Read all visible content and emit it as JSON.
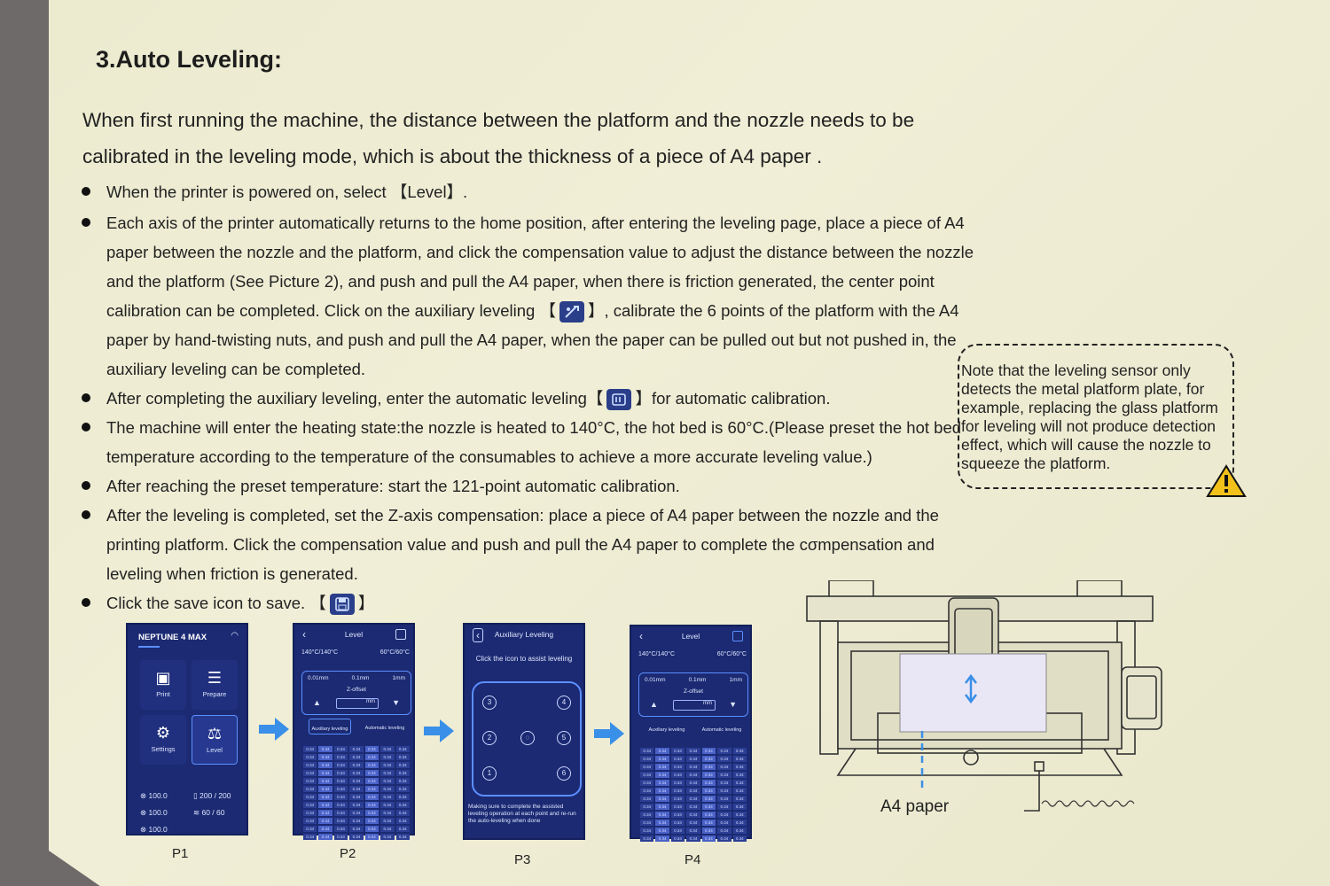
{
  "heading": "3.Auto Leveling:",
  "intro": "When first running the machine, the distance between the platform and the nozzle needs to be calibrated in the leveling mode, which is about the thickness of a piece of A4 paper .",
  "bullets": {
    "b1": "When the printer is powered on, select 【Level】.",
    "b2a": "Each axis of the printer automatically returns to the home position, after entering the leveling page, place a piece of A4 paper between the nozzle and the platform, and click the compensation value to adjust the distance between the nozzle and the platform (See Picture 2), and push and pull the A4 paper, when there is friction generated, the center point calibration can be completed. Click on the auxiliary leveling 【",
    "b2b": "】, calibrate the 6 points of the platform with the A4 paper by hand-twisting nuts, and push and pull the A4 paper, when the paper can be pulled out but not pushed in, the auxiliary leveling can be completed.",
    "b3a": "After completing the auxiliary leveling, enter the automatic leveling【",
    "b3b": "】for automatic calibration.",
    "b4": "The machine will enter the heating state:the nozzle is heated to 140°C, the hot bed is 60°C.(Please preset the hot bed temperature according to the temperature of the consumables to achieve a more accurate leveling value.)",
    "b5": "After reaching the preset temperature: start the 121-point automatic calibration.",
    "b6": "After the leveling is completed, set the Z-axis compensation: place a piece of A4 paper between the nozzle and the printing platform. Click the compensation value and push and pull the A4 paper to complete the cσmpensation and leveling when friction is generated.",
    "b7a": "Click the save icon to save. 【",
    "b7b": "】"
  },
  "note": "Note that the leveling sensor only detects the metal platform plate, for example, replacing the glass platform for leveling will not produce detection effect, which will cause the nozzle to squeeze the platform.",
  "screens": {
    "p1": {
      "brand": "NEPTUNE 4 MAX",
      "tiles": [
        "Print",
        "Prepare",
        "Settings",
        "Level"
      ],
      "stats_left": [
        "100.0",
        "100.0",
        "100.0"
      ],
      "stats_right": [
        "200 / 200",
        "60 / 60"
      ]
    },
    "p2": {
      "title": "Level",
      "temp_nozzle": "140°C/140°C",
      "temp_bed": "60°C/60°C",
      "steps": [
        "0.01mm",
        "0.1mm",
        "1mm"
      ],
      "zoffset": "Z-offset",
      "unit": "mm",
      "aux": "Auxiliary leveling",
      "auto": "Automatic leveling",
      "cell": "0.34"
    },
    "p3": {
      "title": "Auxiliary Leveling",
      "subtitle": "Click the icon to assist leveling",
      "points": [
        "1",
        "2",
        "3",
        "4",
        "5",
        "6"
      ],
      "footer": "Making sure to complete the assisted leveling operation at each point and re-run the auto-leveling when done"
    },
    "p4": {
      "title": "Level",
      "temp_nozzle": "140°C/140°C",
      "temp_bed": "60°C/60°C",
      "steps": [
        "0.01mm",
        "0.1mm",
        "1mm"
      ],
      "zoffset": "Z-offset",
      "unit": "mm",
      "aux": "Auxiliary leveling",
      "auto": "Automatic leveling",
      "cell": "0.34"
    }
  },
  "picture_labels": [
    "P1",
    "P2",
    "P3",
    "P4"
  ],
  "a4_label": "A4 paper",
  "colors": {
    "paper": "#eeecd3",
    "screen": "#1b2a72",
    "accent": "#3a8fe8"
  }
}
